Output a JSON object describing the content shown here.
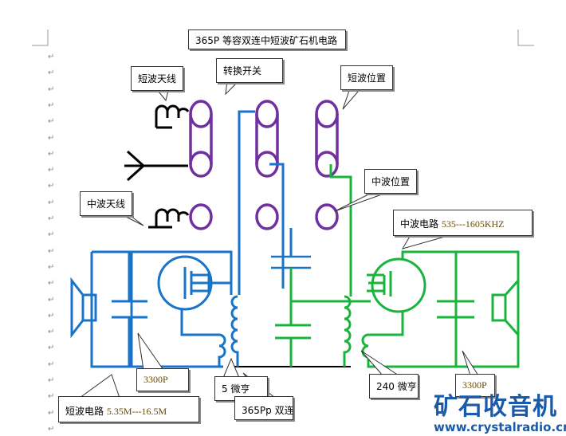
{
  "title": "365P 等容双连中短波矿石机电路",
  "labels": {
    "sw_antenna": "短波天线",
    "switch": "转换开关",
    "sw_position": "短波位置",
    "mw_position": "中波位置",
    "mw_antenna": "中波天线",
    "mw_circuit_text": "中波电路",
    "mw_circuit_range": "535---1605KHZ",
    "cap_left": "3300P",
    "coil_5uh": "5 微亨",
    "coil_240uh": "240 微亨",
    "cap_right": "3300P",
    "sw_circuit_text": "短波电路",
    "sw_circuit_range": "5.35M---16.5M",
    "dual_cap": "365Pp 双连"
  },
  "paragraph_mark": "↵",
  "logo": {
    "text": "矿石收音机",
    "url": "www.crystalradio.cn"
  },
  "colors": {
    "blue": "#1874c8",
    "green": "#19b43c",
    "purple": "#7030a0",
    "black": "#000000"
  }
}
